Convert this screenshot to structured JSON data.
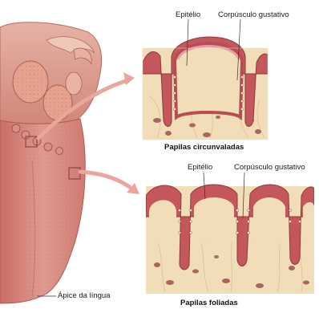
{
  "labels": {
    "top_epithelium": "Epitélio",
    "top_taste_bud": "Corpúsculo gustativo",
    "top_caption": "Papilas circunvaladas",
    "bottom_epithelium": "Epitélio",
    "bottom_taste_bud": "Corpúsculo gustativo",
    "bottom_caption": "Papilas foliadas",
    "tongue_apex": "Ápice da língua"
  },
  "colors": {
    "tongue": "#dd8f86",
    "tongue_dark": "#b9605a",
    "epithelium": "#c4575c",
    "connective_tissue": "#f1ddb7",
    "gland_spots": "#a9655f",
    "arrow": "#e8a79a"
  }
}
